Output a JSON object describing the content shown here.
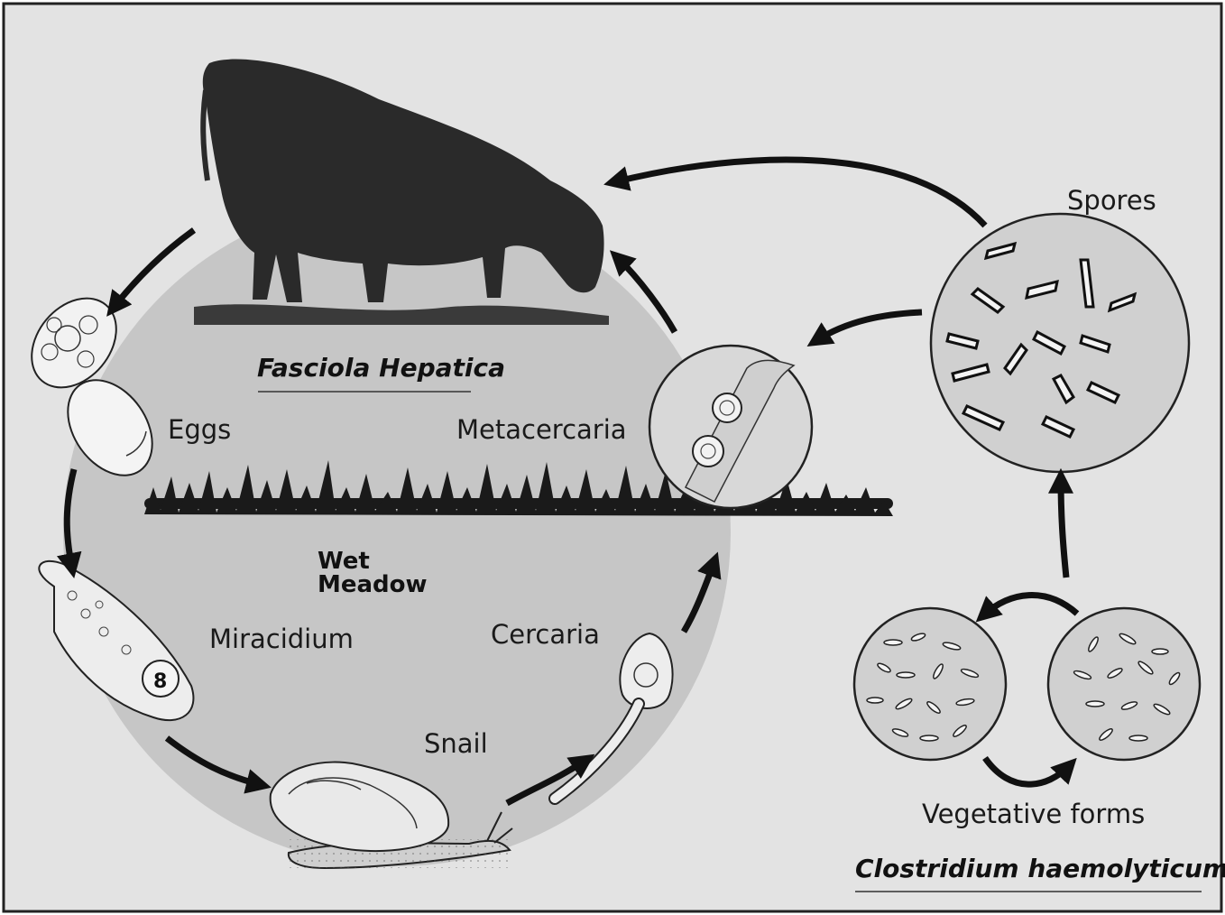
{
  "diagram": {
    "fasciola_title": "Fasciola Hepatica",
    "clostridium_title": "Clostridium haemolyticum",
    "labels": {
      "eggs": "Eggs",
      "miracidium": "Miracidium",
      "snail": "Snail",
      "cercaria": "Cercaria",
      "metacercaria": "Metacercaria",
      "wet": "Wet",
      "meadow": "Meadow",
      "spores": "Spores",
      "vegetative_forms": "Vegetative forms"
    },
    "colors": {
      "background": "#e3e3e3",
      "cycle_circle": "#c6c6c6",
      "arrows": "#111111",
      "frame": "#222222"
    }
  }
}
